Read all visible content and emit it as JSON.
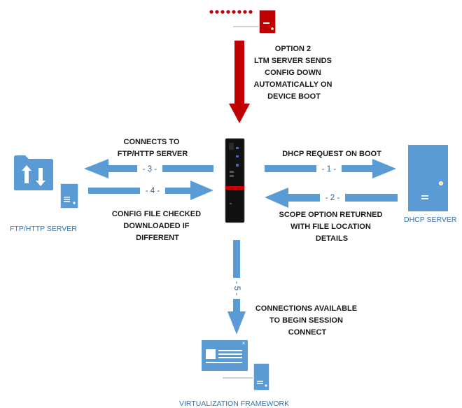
{
  "nodes": {
    "ftp_label": "FTP/HTTP SERVER",
    "dhcp_label": "DHCP SERVER",
    "virtualization_label": "VIRTUALIZATION FRAMEWORK"
  },
  "steps": {
    "s1": "- 1 -",
    "s2": "- 2 -",
    "s3": "- 3 -",
    "s4": "- 4 -",
    "s5": "- 5 -"
  },
  "annotations": {
    "option2": [
      "OPTION  2",
      "LTM SERVER SENDS",
      "CONFIG DOWN",
      "AUTOMATICALLY ON",
      "DEVICE BOOT"
    ],
    "connects_to": [
      "CONNECTS TO",
      "FTP/HTTP SERVER"
    ],
    "dhcp_request": [
      "DHCP REQUEST ON BOOT"
    ],
    "config_file": [
      "CONFIG FILE CHECKED",
      "DOWNLOADED IF",
      "DIFFERENT"
    ],
    "scope_option": [
      "SCOPE OPTION RETURNED",
      "WITH FILE LOCATION",
      "DETAILS"
    ],
    "connections": [
      "CONNECTIONS AVAILABLE",
      "TO BEGIN SESSION",
      "CONNECT"
    ]
  },
  "colors": {
    "arrow_blue": "#5b9bd5",
    "arrow_red": "#c00000",
    "icon_blue": "#5b9bd5",
    "label_blue": "#2f74b5",
    "device_red": "#cc0000"
  }
}
